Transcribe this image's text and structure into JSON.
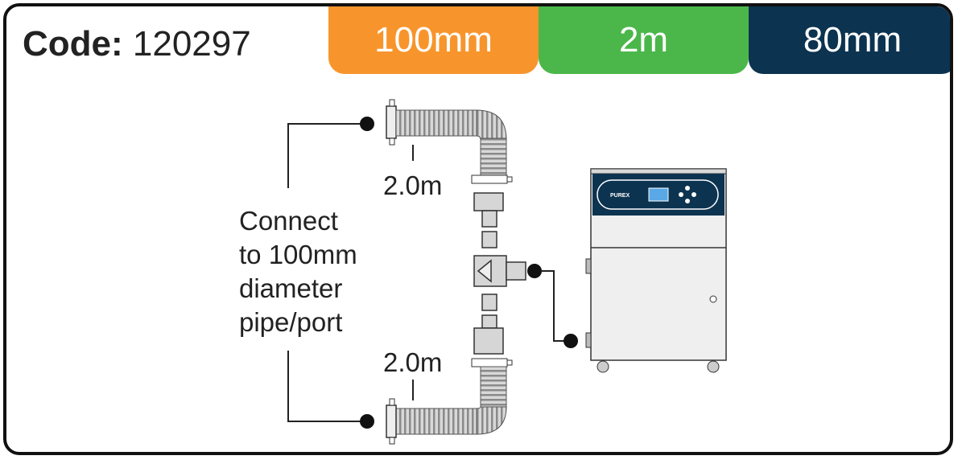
{
  "header": {
    "code_label": "Code:",
    "code_value": "120297",
    "badges": [
      {
        "text": "100mm",
        "color": "#f7952c"
      },
      {
        "text": "2m",
        "color": "#4bb74a"
      },
      {
        "text": "80mm",
        "color": "#0c3350"
      }
    ]
  },
  "diagram": {
    "connect_lines": [
      "Connect",
      "to 100mm",
      "diameter",
      "pipe/port"
    ],
    "hose_length_top": "2.0m",
    "hose_length_bottom": "2.0m",
    "brand_text": "PUREX"
  }
}
